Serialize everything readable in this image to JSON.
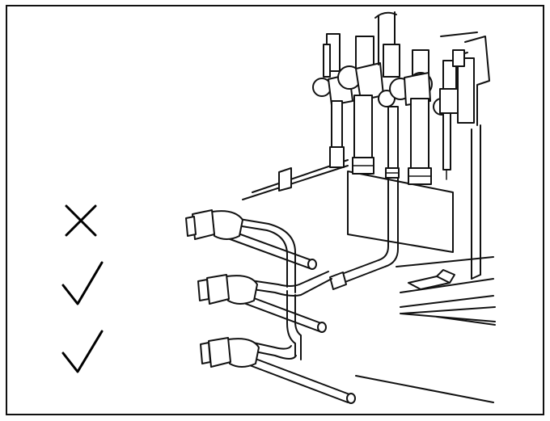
{
  "figure": {
    "frame_color": "#111111",
    "background": "#ffffff"
  },
  "marks": [
    {
      "id": "row1",
      "symbol": "cross-icon",
      "meaning": "incorrect"
    },
    {
      "id": "row2",
      "symbol": "checkmark-icon",
      "meaning": "correct"
    },
    {
      "id": "row3",
      "symbol": "checkmark-icon",
      "meaning": "correct"
    }
  ]
}
